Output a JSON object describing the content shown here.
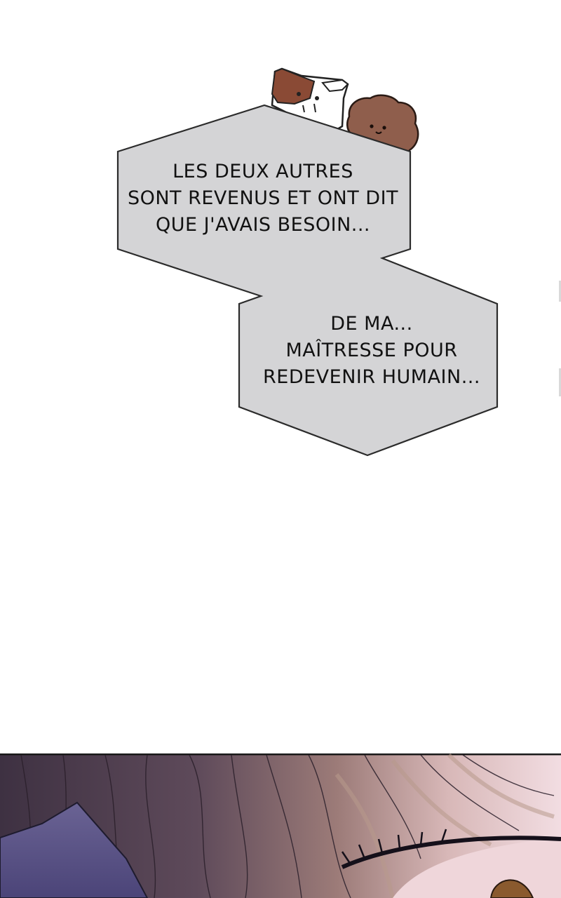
{
  "captions": {
    "first": {
      "line1": "LES DEUX AUTRES",
      "line2": "SONT REVENUS ET ONT DIT",
      "line3": "QUE J'AVAIS BESOIN..."
    },
    "second": {
      "line1": "DE MA...",
      "line2": "MAÎTRESSE POUR",
      "line3": "REDEVENIR HUMAIN..."
    }
  },
  "colors": {
    "bubble_fill": "#d4d4d6",
    "bubble_stroke": "#2b2b2b",
    "panel_dark": "#4b3a4c",
    "hair_light": "#b08f83",
    "skin": "#efd6da"
  },
  "characters": [
    "calico-cat-icon",
    "poodle-dog-icon"
  ]
}
